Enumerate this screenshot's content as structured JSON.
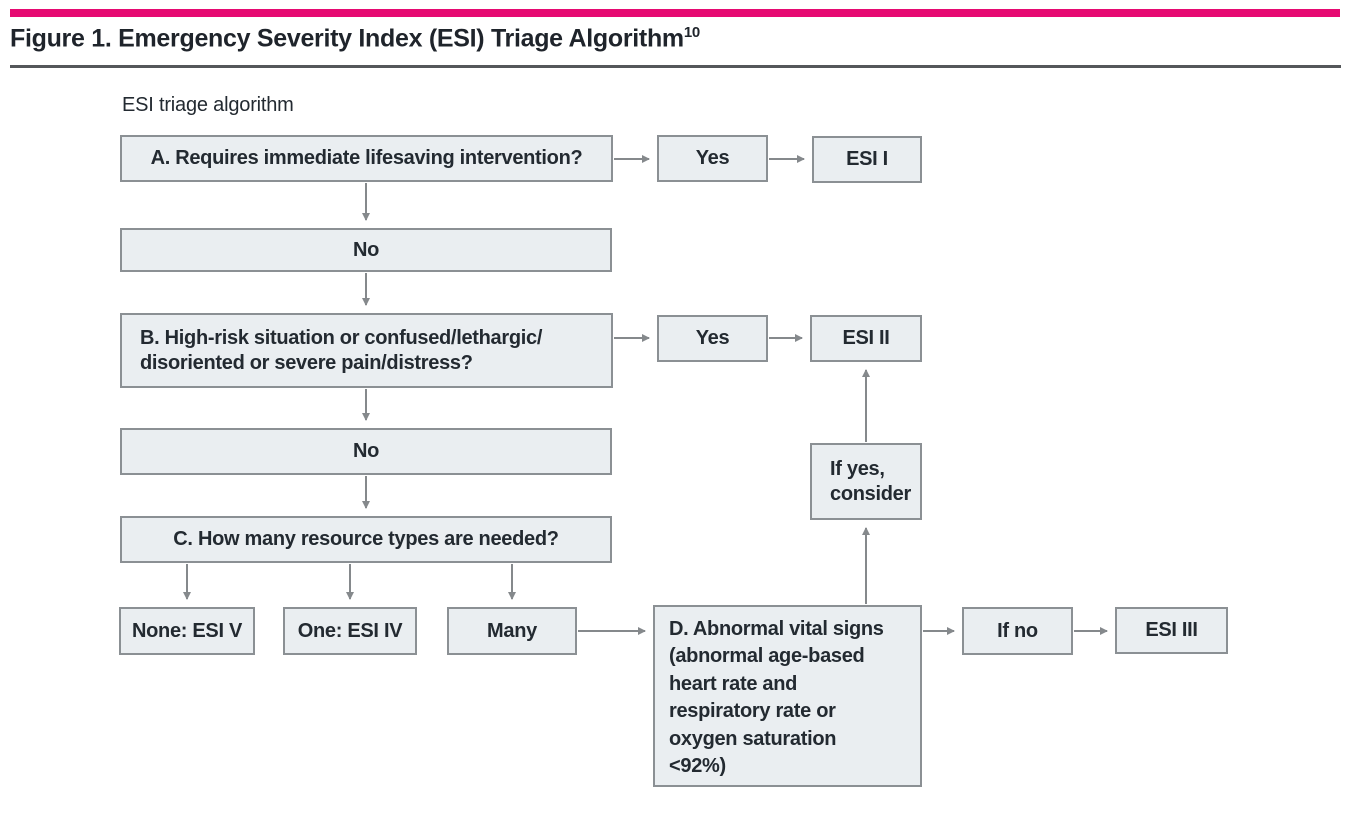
{
  "figure": {
    "title": "Figure 1. Emergency Severity Index (ESI) Triage Algorithm",
    "title_superscript": "10",
    "diagram_label": "ESI triage algorithm"
  },
  "colors": {
    "accent_bar": "#e60a72",
    "title_rule": "#54575a",
    "box_fill": "#eaeef1",
    "box_border": "#8b9094",
    "arrow": "#85898c",
    "text": "#232a31"
  },
  "nodes": {
    "a": {
      "label": "A. Requires immediate lifesaving intervention?"
    },
    "yes_a": {
      "label": "Yes"
    },
    "esi_i": {
      "label": "ESI I"
    },
    "no_a": {
      "label": "No"
    },
    "b": {
      "label": "B. High-risk situation or confused/lethargic/\ndisoriented or severe pain/distress?"
    },
    "yes_b": {
      "label": "Yes"
    },
    "esi_ii": {
      "label": "ESI II"
    },
    "no_b": {
      "label": "No"
    },
    "c": {
      "label": "C. How many resource types are needed?"
    },
    "none_esi_v": {
      "label": "None: ESI V"
    },
    "one_esi_iv": {
      "label": "One: ESI IV"
    },
    "many": {
      "label": "Many"
    },
    "d": {
      "label": "D. Abnormal vital signs\n(abnormal age-based\nheart rate and\nrespiratory rate or\noxygen saturation\n<92%)"
    },
    "if_yes_consider": {
      "label": "If yes,\nconsider"
    },
    "if_no": {
      "label": "If no"
    },
    "esi_iii": {
      "label": "ESI III"
    }
  },
  "edges": [
    {
      "from": "a",
      "to": "yes_a"
    },
    {
      "from": "yes_a",
      "to": "esi_i"
    },
    {
      "from": "a",
      "to": "no_a"
    },
    {
      "from": "no_a",
      "to": "b"
    },
    {
      "from": "b",
      "to": "yes_b"
    },
    {
      "from": "yes_b",
      "to": "esi_ii"
    },
    {
      "from": "b",
      "to": "no_b"
    },
    {
      "from": "no_b",
      "to": "c"
    },
    {
      "from": "c",
      "to": "none_esi_v"
    },
    {
      "from": "c",
      "to": "one_esi_iv"
    },
    {
      "from": "c",
      "to": "many"
    },
    {
      "from": "many",
      "to": "d"
    },
    {
      "from": "d",
      "to": "if_no"
    },
    {
      "from": "if_no",
      "to": "esi_iii"
    },
    {
      "from": "d",
      "to": "if_yes_consider"
    },
    {
      "from": "if_yes_consider",
      "to": "esi_ii"
    }
  ]
}
